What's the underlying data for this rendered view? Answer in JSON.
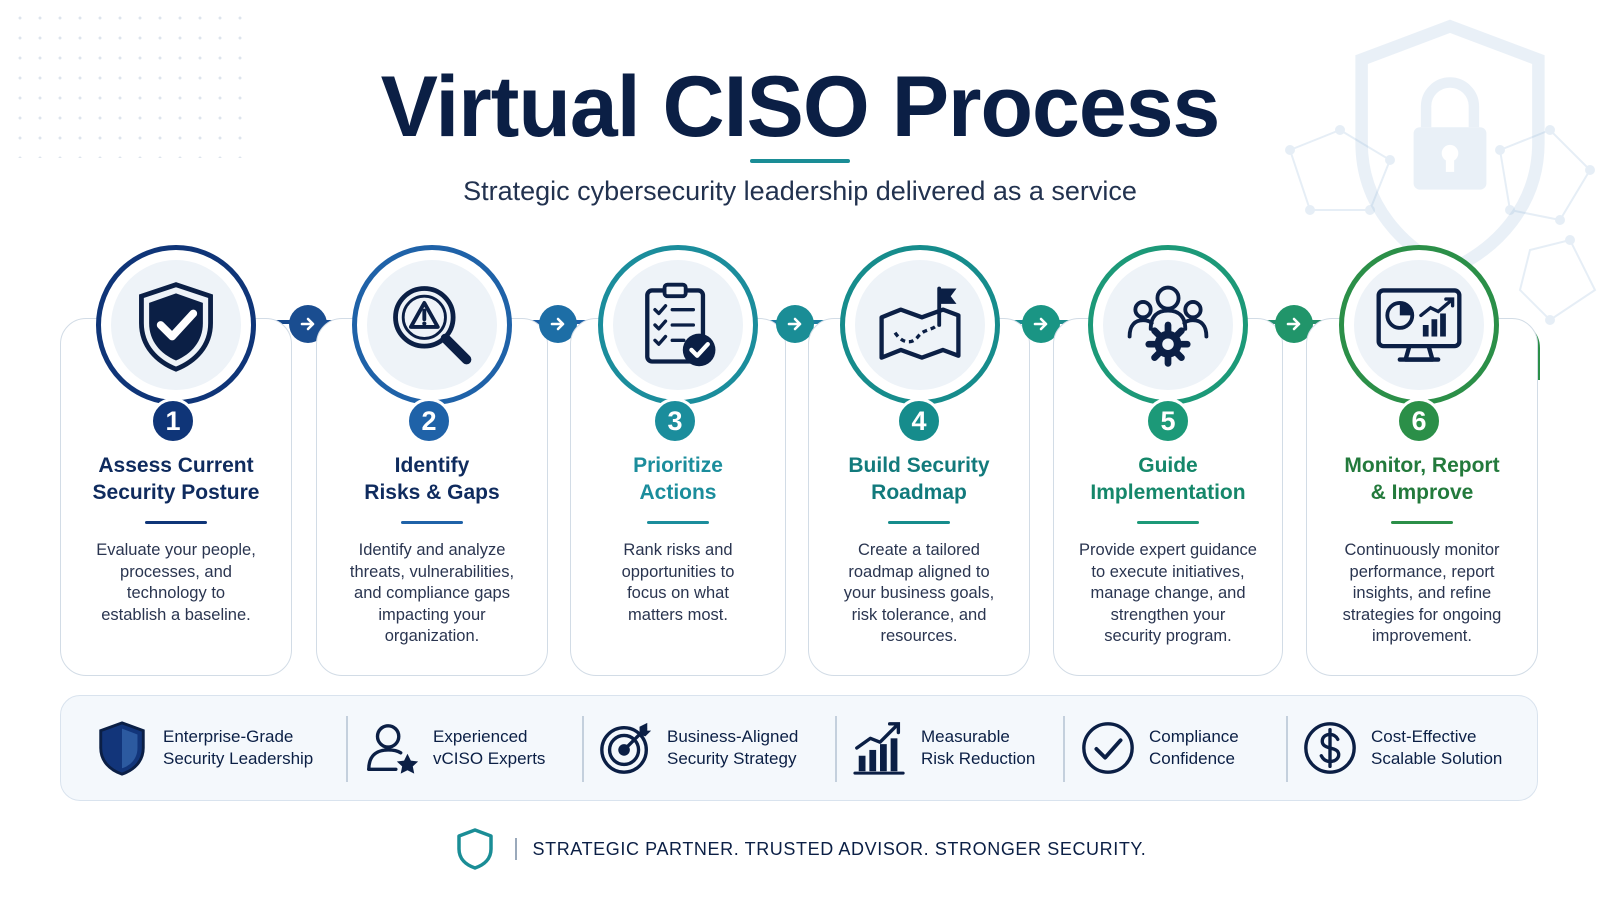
{
  "header": {
    "title": "Virtual CISO Process",
    "subtitle": "Strategic cybersecurity leadership delivered as a service"
  },
  "steps": [
    {
      "number": "1",
      "title_line1": "Assess Current",
      "title_line2": "Security Posture",
      "description": [
        "Evaluate your people,",
        "processes, and",
        "technology to",
        "establish a baseline."
      ],
      "color": "#0f3578",
      "icon": "shield-check-icon"
    },
    {
      "number": "2",
      "title_line1": "Identify",
      "title_line2": "Risks & Gaps",
      "description": [
        "Identify and analyze",
        "threats, vulnerabilities,",
        "and compliance gaps",
        "impacting your",
        "organization."
      ],
      "color": "#1f62a8",
      "icon": "magnifier-warning-icon"
    },
    {
      "number": "3",
      "title_line1": "Prioritize",
      "title_line2": "Actions",
      "description": [
        "Rank risks and",
        "opportunities to",
        "focus on what",
        "matters most."
      ],
      "color": "#1b8d9c",
      "icon": "clipboard-checklist-icon"
    },
    {
      "number": "4",
      "title_line1": "Build Security",
      "title_line2": "Roadmap",
      "description": [
        "Create a tailored",
        "roadmap aligned to",
        "your business goals,",
        "risk tolerance, and",
        "resources."
      ],
      "color": "#168c8c",
      "icon": "map-flag-icon"
    },
    {
      "number": "5",
      "title_line1": "Guide",
      "title_line2": "Implementation",
      "description": [
        "Provide expert guidance",
        "to execute initiatives,",
        "manage change, and",
        "strengthen your",
        "security program."
      ],
      "color": "#1c9978",
      "icon": "team-gear-icon"
    },
    {
      "number": "6",
      "title_line1": "Monitor, Report",
      "title_line2": "& Improve",
      "description": [
        "Continuously monitor",
        "performance, report",
        "insights, and refine",
        "strategies for ongoing",
        "improvement."
      ],
      "color": "#2b8f48",
      "icon": "monitor-chart-icon"
    }
  ],
  "benefits": [
    {
      "line1": "Enterprise-Grade",
      "line2": "Security Leadership",
      "icon": "shield-icon"
    },
    {
      "line1": "Experienced",
      "line2": "vCISO Experts",
      "icon": "user-star-icon"
    },
    {
      "line1": "Business-Aligned",
      "line2": "Security Strategy",
      "icon": "target-icon"
    },
    {
      "line1": "Measurable",
      "line2": "Risk Reduction",
      "icon": "bar-chart-up-icon"
    },
    {
      "line1": "Compliance",
      "line2": "Confidence",
      "icon": "check-circle-icon"
    },
    {
      "line1": "Cost-Effective",
      "line2": "Scalable Solution",
      "icon": "dollar-circle-icon"
    }
  ],
  "footer": {
    "tagline": "STRATEGIC PARTNER. TRUSTED ADVISOR. STRONGER SECURITY."
  },
  "colors": {
    "navy": "#0b1f45",
    "accent_teal": "#1a8d96",
    "green": "#2b8f48"
  }
}
